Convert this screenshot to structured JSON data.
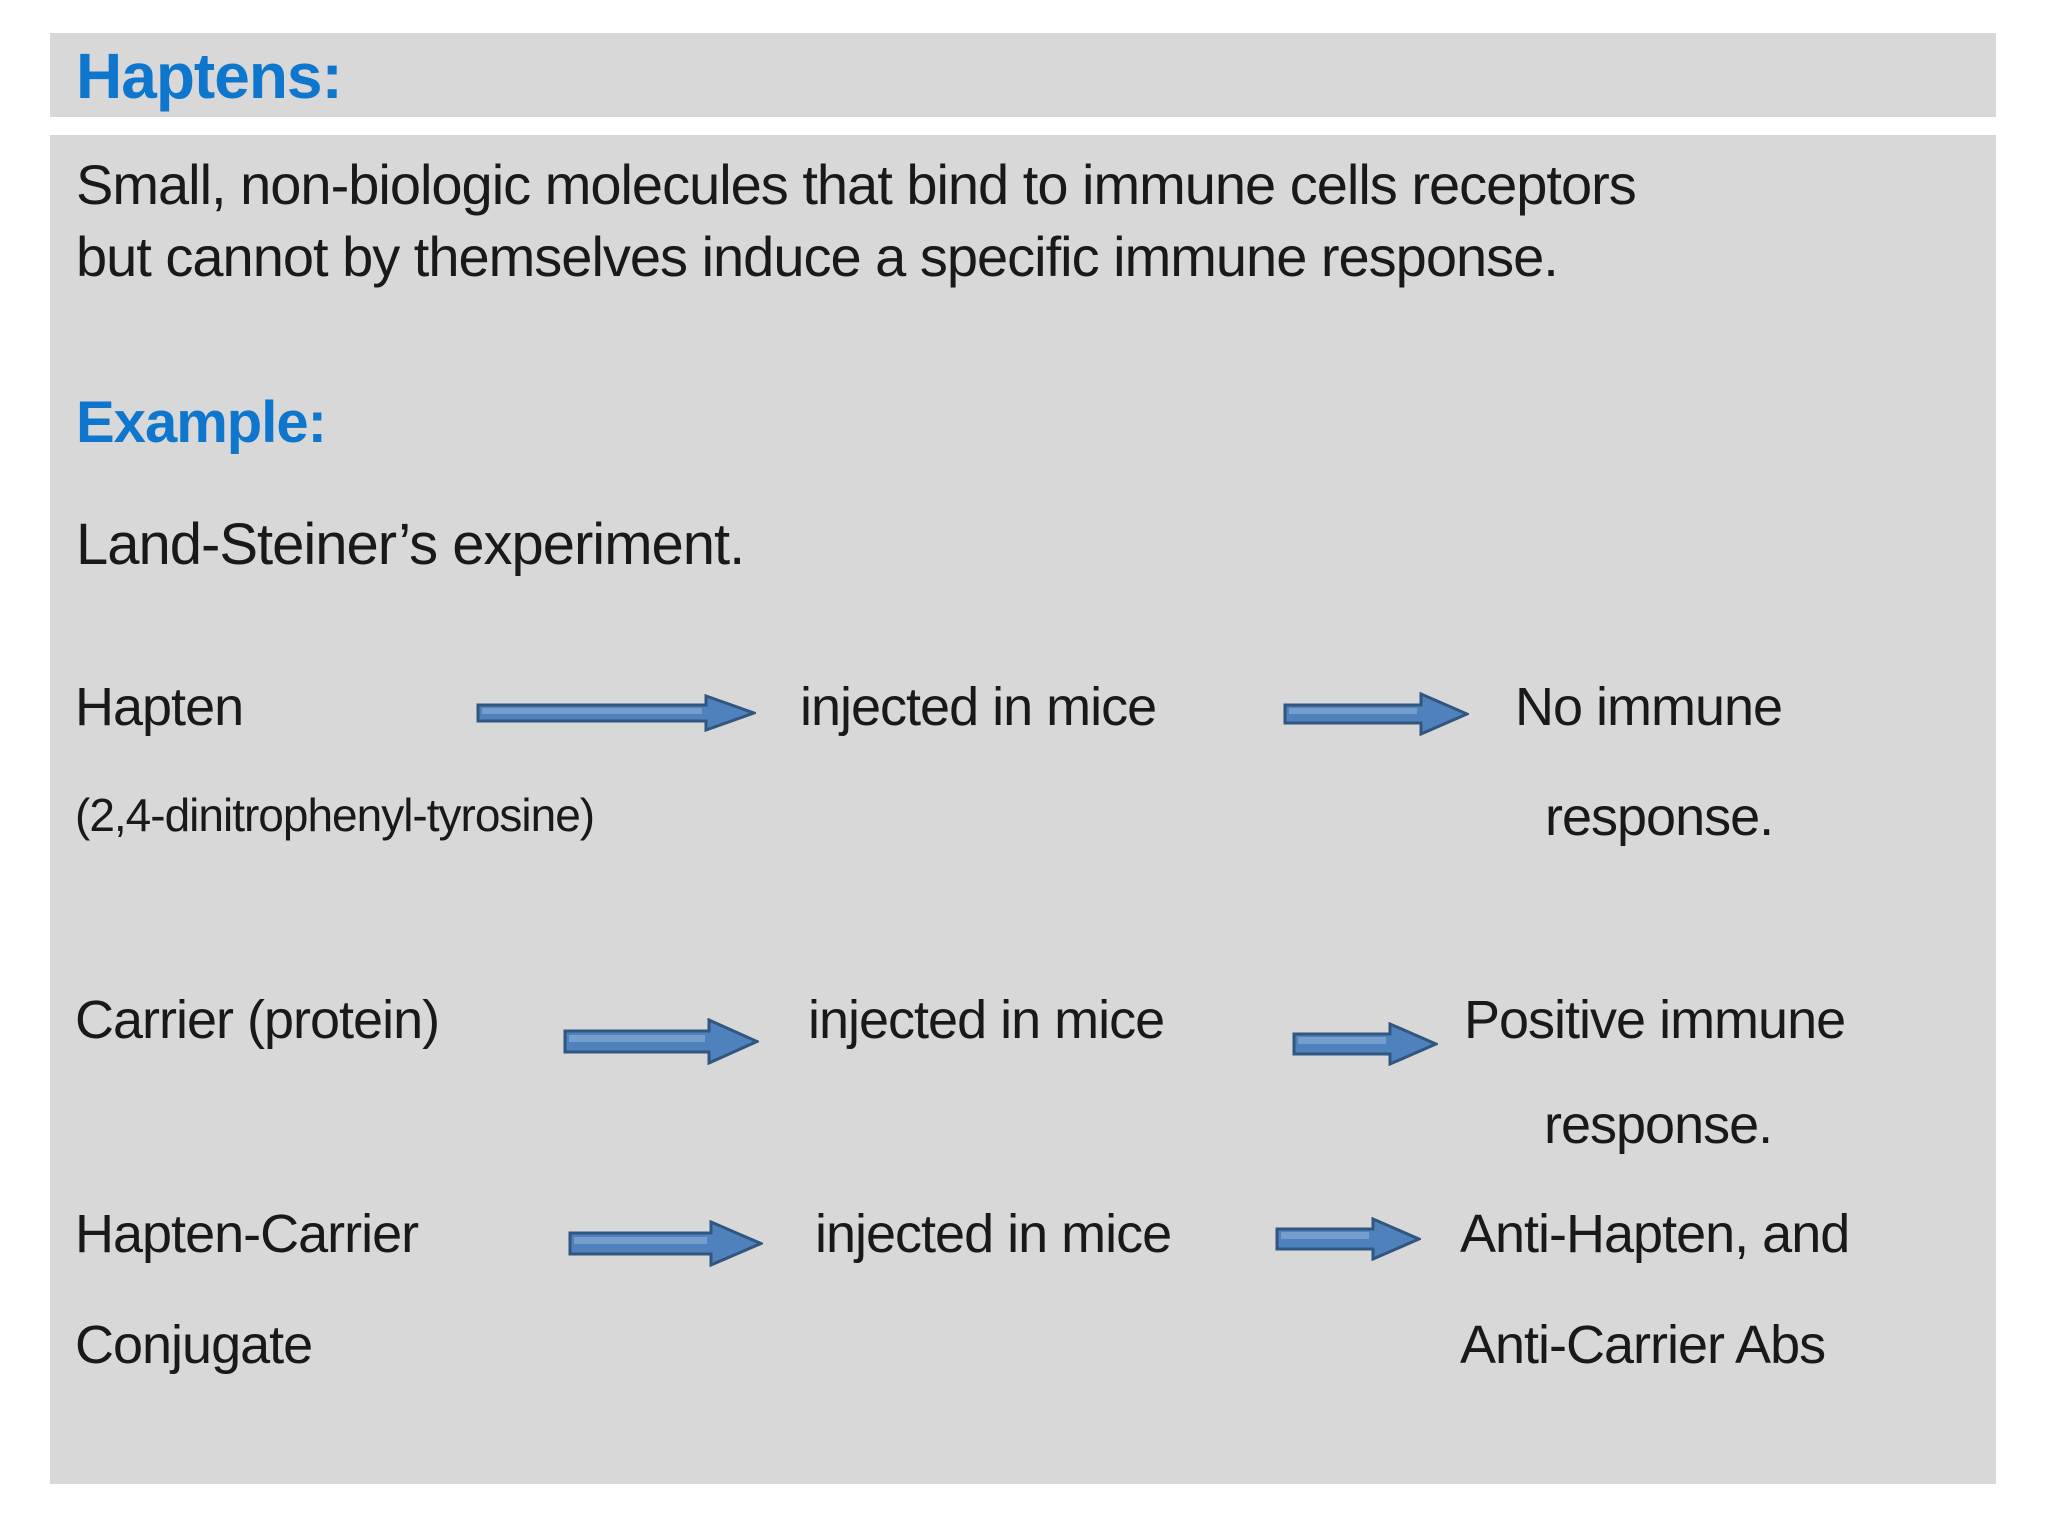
{
  "title": "Haptens:",
  "definition": "Small, non-biologic molecules that bind to immune cells receptors but cannot by themselves induce a specific immune response.",
  "example_label": "Example:",
  "example_title": "Land-Steiner’s experiment.",
  "rows": [
    {
      "subject": "Hapten",
      "subject_note": "(2,4-dinitrophenyl-tyrosine)",
      "action": "injected in mice",
      "result_line1": "No immune",
      "result_line2": "response."
    },
    {
      "subject": "Carrier (protein)",
      "action": "injected in mice",
      "result_line1": "Positive immune",
      "result_line2": "response."
    },
    {
      "subject": "Hapten-Carrier",
      "subject_line2": "Conjugate",
      "action": "injected in mice",
      "result_line1": "Anti-Hapten, and",
      "result_line2": "Anti-Carrier Abs"
    }
  ],
  "colors": {
    "heading-blue": "#0e76cc",
    "text-black": "#191919",
    "band-gray": "#d8d8d8",
    "arrow-fill": "#4f81bd",
    "arrow-border": "#31567f",
    "arrow-highlight": "#8fb3d9"
  }
}
